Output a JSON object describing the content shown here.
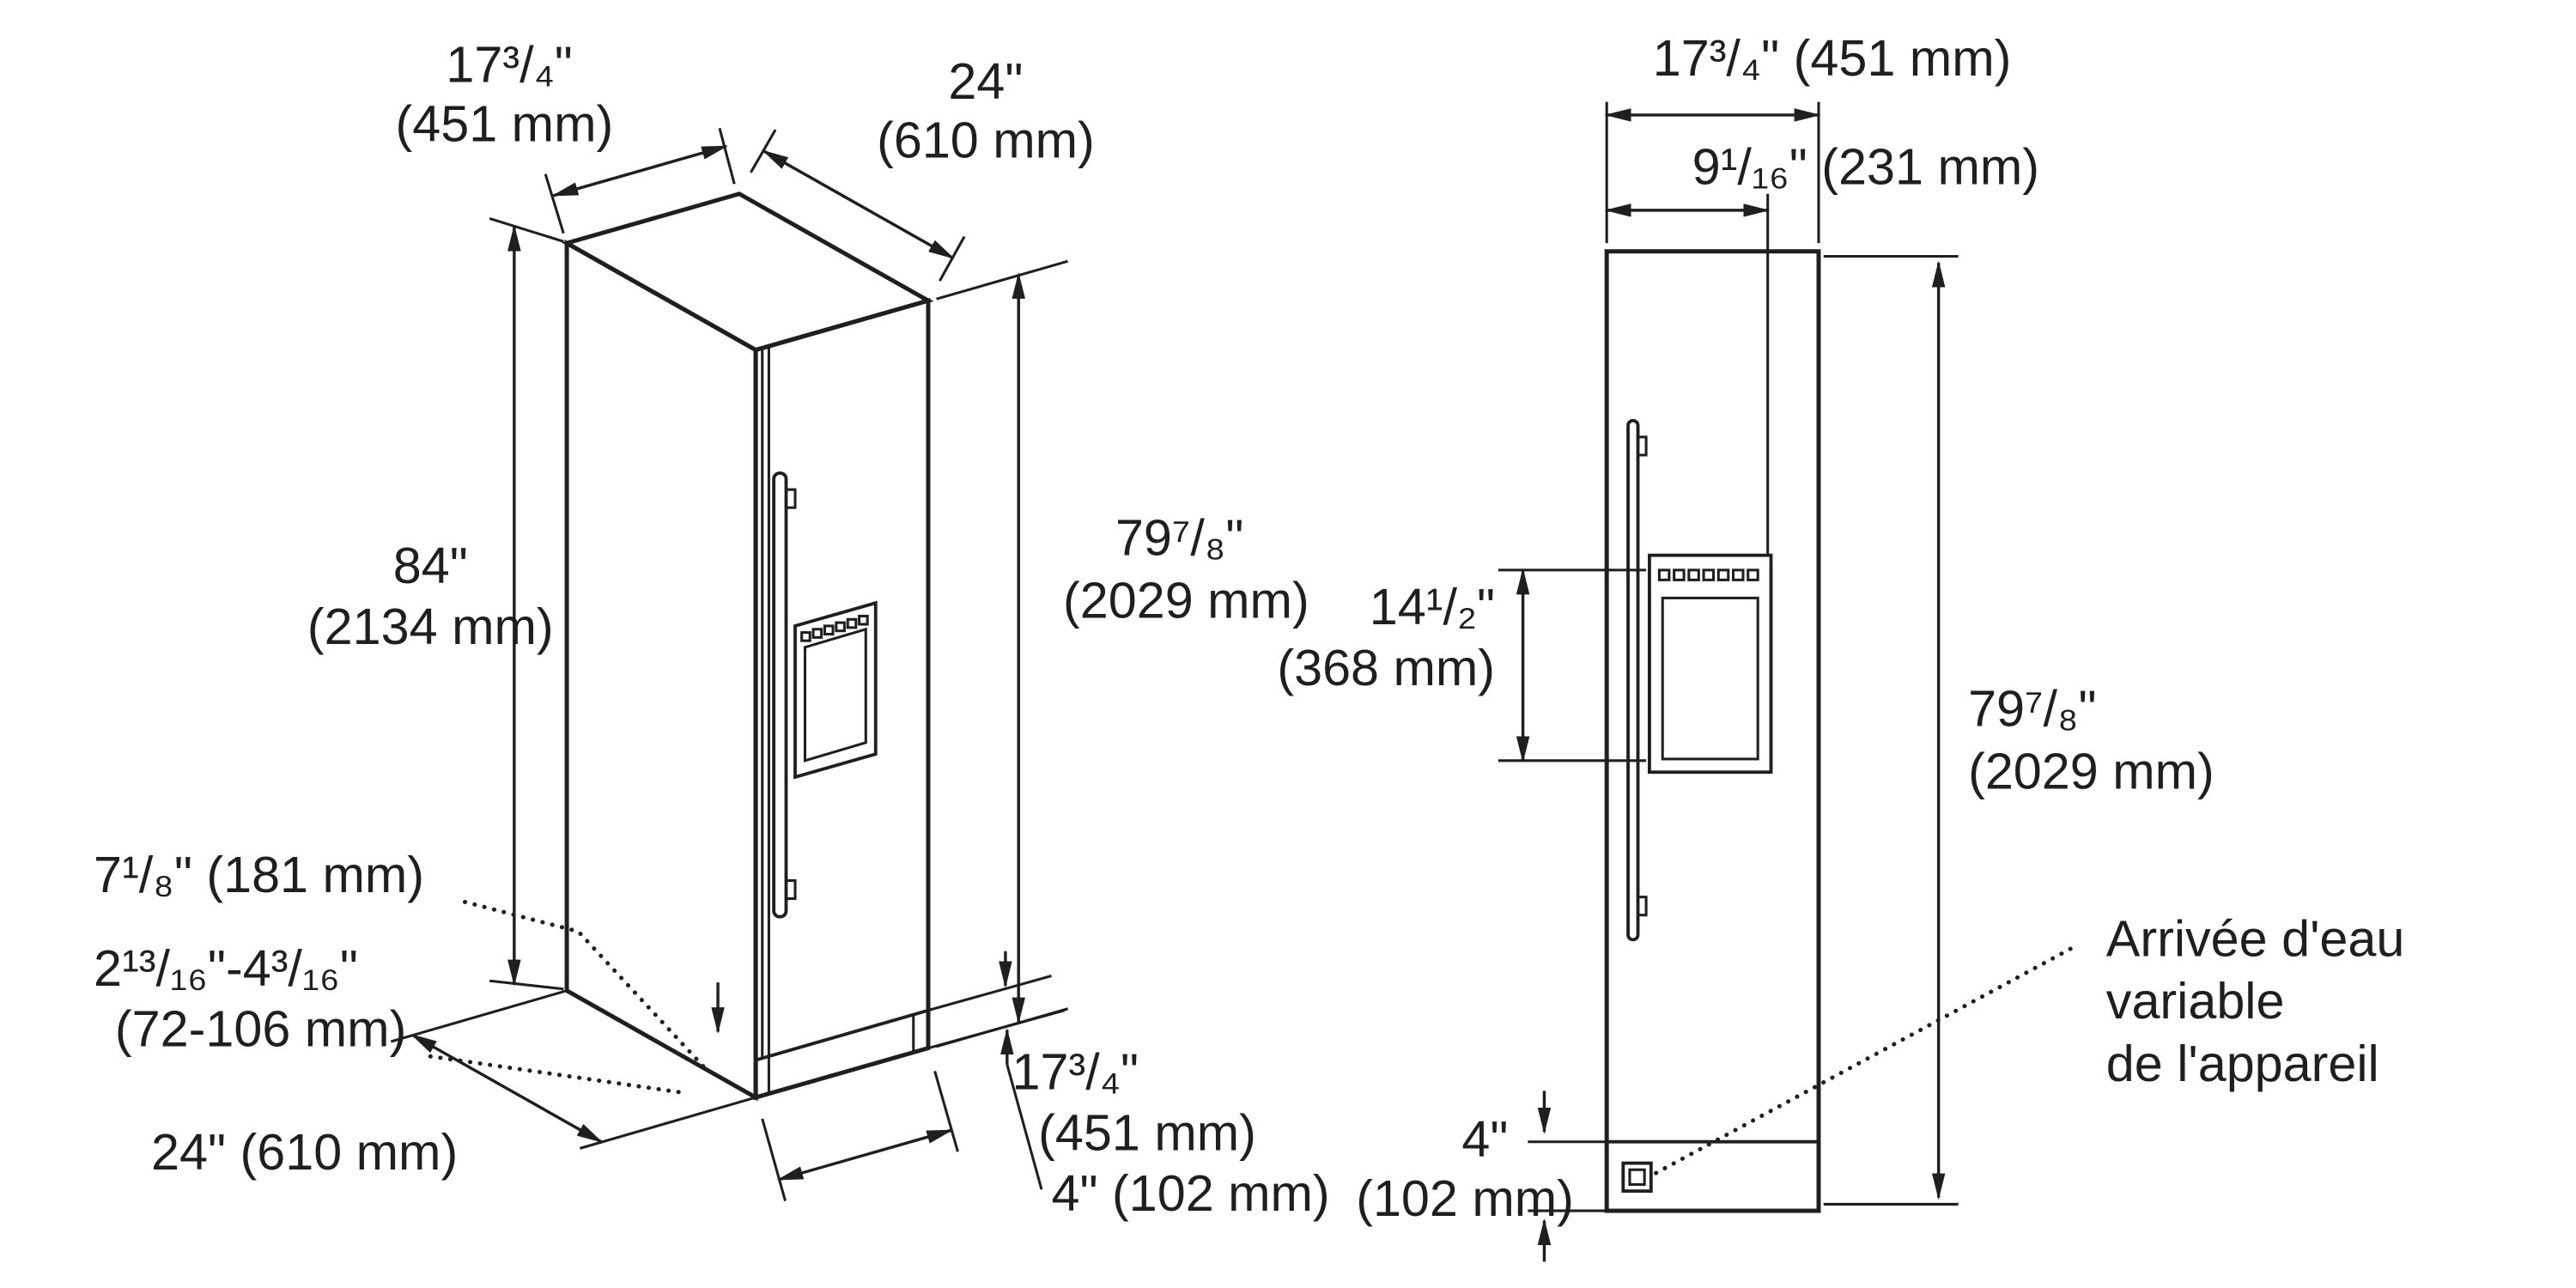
{
  "meta": {
    "ink": "#1f1f1f",
    "bg": "#ffffff",
    "views": [
      "perspective",
      "front"
    ]
  },
  "left": {
    "width_top_in": "17³/₄\"",
    "width_top_mm": "(451 mm)",
    "depth_top_in": "24\"",
    "depth_top_mm": "(610 mm)",
    "height_rough_in": "84\"",
    "height_rough_mm": "(2134 mm)",
    "height_unit_in": "79⁷/₈\"",
    "height_unit_mm": "(2029 mm)",
    "water_offset": "7¹/₈\" (181 mm)",
    "toekick_in": "2¹³/₁₆\"-4³/₁₆\"",
    "toekick_mm": "(72-106 mm)",
    "depth_bottom": "24\" (610 mm)",
    "width_bottom_in": "17³/₄\"",
    "width_bottom_mm": "(451 mm)",
    "base_height": "4\" (102 mm)"
  },
  "right": {
    "width_top": "17³/₄\" (451 mm)",
    "dispenser_offset": "9¹/₁₆\" (231 mm)",
    "dispenser_h_in": "14¹/₂\"",
    "dispenser_h_mm": "(368 mm)",
    "height_unit_in": "79⁷/₈\"",
    "height_unit_mm": "(2029 mm)",
    "base_in": "4\"",
    "base_mm": "(102 mm)",
    "note_1": "Arrivée d'eau",
    "note_2": "variable",
    "note_3": "de l'appareil"
  }
}
